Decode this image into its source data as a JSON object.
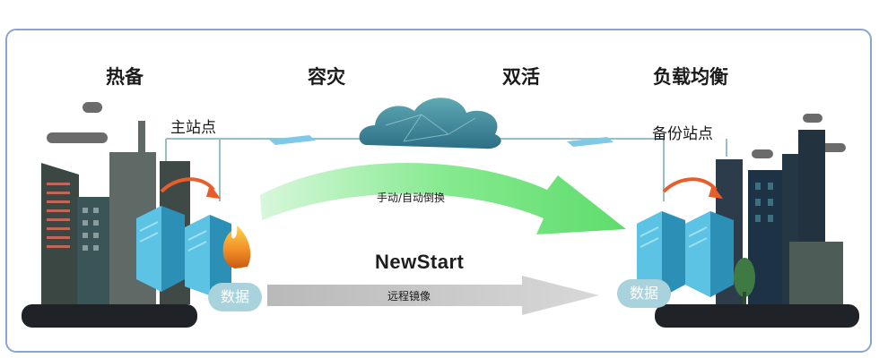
{
  "labels": {
    "hot_standby": "热备",
    "disaster_recovery": "容灾",
    "active_active": "双活",
    "load_balancing": "负载均衡",
    "primary_site": "主站点",
    "backup_site": "备份站点",
    "switchover": "手动/自动倒换",
    "brand": "NewStart",
    "remote_mirror": "远程镜像",
    "data_left": "数据",
    "data_right": "数据"
  },
  "colors": {
    "frame": "#8aa6d0",
    "ground": "#1f2227",
    "server": "#49b6d8",
    "arrow_green": "#6ee27b",
    "arrow_gray": "#bdbcbc",
    "cloud": "#3c8a9c",
    "fire": "#f08a26",
    "curve_red": "#e85d2c"
  },
  "icons": [
    "city-skyline-icon",
    "server-icon",
    "fire-icon",
    "cloud-icon",
    "switch-icon",
    "tree-icon"
  ]
}
